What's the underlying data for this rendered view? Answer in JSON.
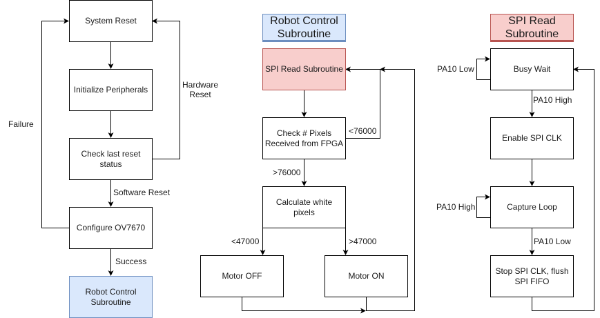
{
  "colors": {
    "blue_fill": "#dae8fc",
    "blue_stroke": "#6c8ebf",
    "red_fill": "#f8cecc",
    "red_stroke": "#b85450"
  },
  "main_flow": {
    "nodes": {
      "system_reset": "System Reset",
      "init_peripherals": "Initialize Peripherals",
      "check_reset": "Check last reset status",
      "configure_cam": "Configure OV7670",
      "robot_control": "Robot Control Subroutine"
    },
    "edges": {
      "hardware_reset": "Hardware Reset",
      "failure": "Failure",
      "software_reset": "Software Reset",
      "success": "Success"
    }
  },
  "robot_control": {
    "title": "Robot Control Subroutine",
    "nodes": {
      "spi_read": "SPI Read Subroutine",
      "check_pixels": "Check # Pixels Received from FPGA",
      "calc_white": "Calculate white pixels",
      "motor_off": "Motor OFF",
      "motor_on": "Motor ON"
    },
    "edges": {
      "lt_76000": "<76000",
      "gt_76000": ">76000",
      "lt_47000": "<47000",
      "gt_47000": ">47000"
    }
  },
  "spi_read": {
    "title": "SPI Read Subroutine",
    "nodes": {
      "busy_wait": "Busy Wait",
      "enable_clk": "Enable SPI CLK",
      "capture_loop": "Capture Loop",
      "stop_clk": "Stop SPI CLK, flush SPI FIFO"
    },
    "edges": {
      "pa10_low_loop": "PA10 Low",
      "pa10_high": "PA10 High",
      "pa10_high_loop": "PA10 High",
      "pa10_low": "PA10 Low"
    }
  }
}
